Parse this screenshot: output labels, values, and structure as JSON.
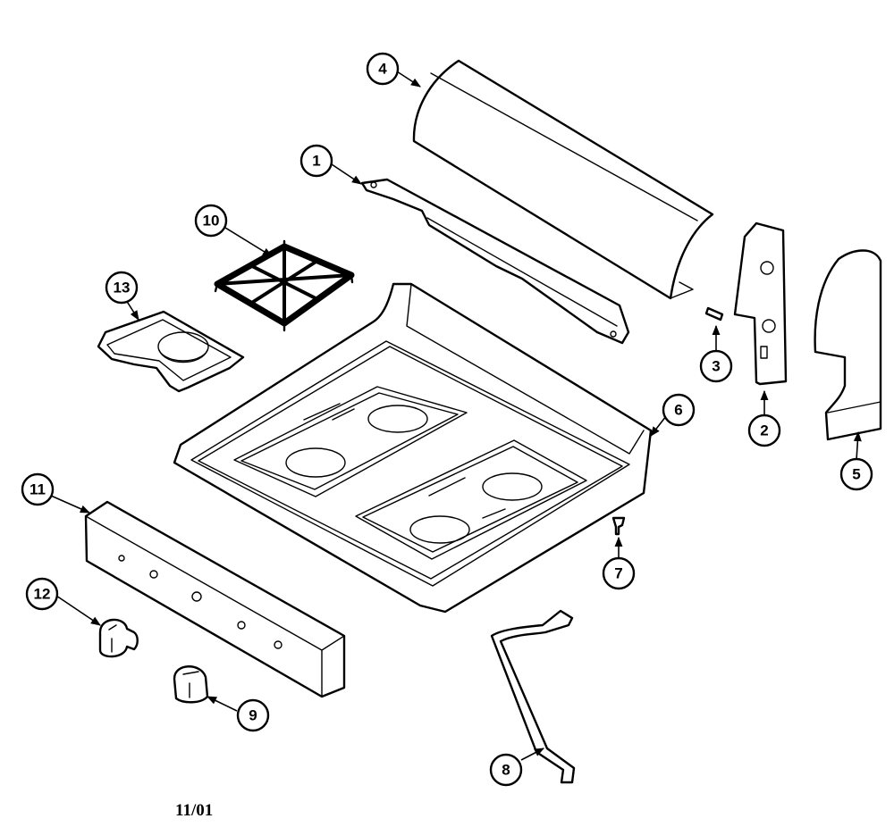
{
  "diagram": {
    "date_code": "11/01",
    "callouts": [
      {
        "id": "c1",
        "label": "1"
      },
      {
        "id": "c2",
        "label": "2"
      },
      {
        "id": "c3",
        "label": "3"
      },
      {
        "id": "c4",
        "label": "4"
      },
      {
        "id": "c5",
        "label": "5"
      },
      {
        "id": "c6",
        "label": "6"
      },
      {
        "id": "c7",
        "label": "7"
      },
      {
        "id": "c8",
        "label": "8"
      },
      {
        "id": "c9",
        "label": "9"
      },
      {
        "id": "c10",
        "label": "10"
      },
      {
        "id": "c11",
        "label": "11"
      },
      {
        "id": "c12",
        "label": "12"
      },
      {
        "id": "c13",
        "label": "13"
      }
    ]
  }
}
